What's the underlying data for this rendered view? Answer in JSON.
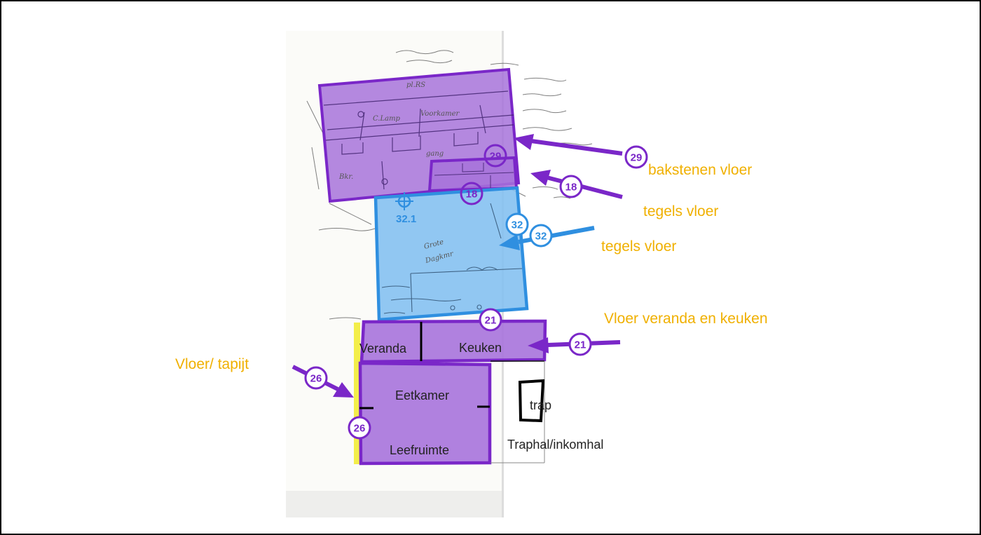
{
  "colors": {
    "purple": "#7a27c8",
    "purple_fill": "#a773db",
    "blue": "#2f8fe0",
    "blue_fill": "#82bff0",
    "annotation": "#f0b000",
    "highlight": "#f3ee4a",
    "frame": "#000000"
  },
  "rooms": {
    "veranda": "Veranda",
    "keuken": "Keuken",
    "eetkamer": "Eetkamer",
    "leefruimte": "Leefruimte",
    "trap": "trap",
    "traphal": "Traphal/inkomhal"
  },
  "annotations": {
    "bakstenen": "bakstenen vloer",
    "tegels_1": "tegels vloer",
    "tegels_2": "tegels vloer",
    "veranda_keuken": "Vloer veranda en keuken",
    "tapijt": "Vloer/ tapijt"
  },
  "badges": {
    "b29a": "29",
    "b29b": "29",
    "b18a": "18",
    "b18b": "18",
    "b32a": "32",
    "b32b": "32",
    "b21a": "21",
    "b21b": "21",
    "b26a": "26",
    "b26b": "26"
  },
  "point_label": "32.1"
}
